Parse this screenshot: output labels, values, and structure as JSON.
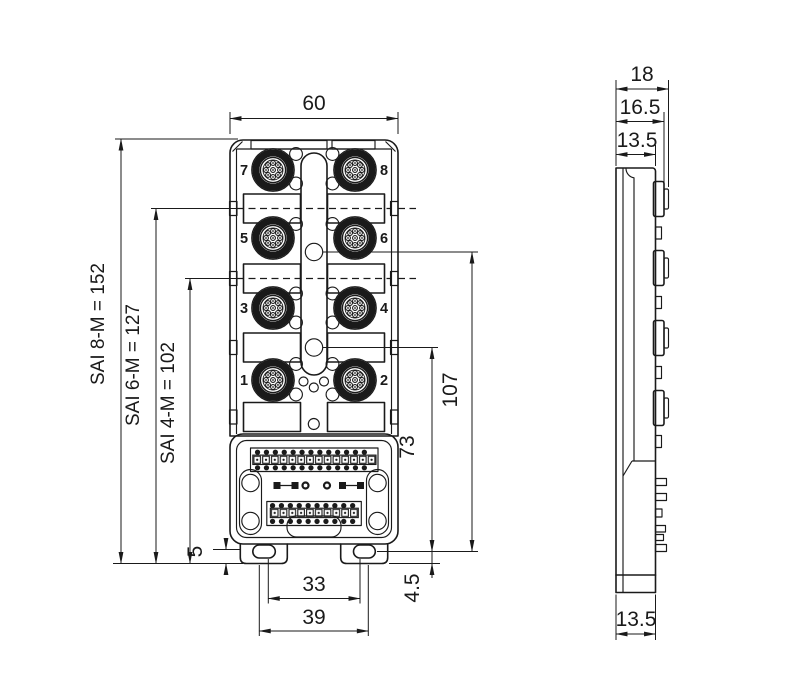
{
  "front_view": {
    "width_dim": "60",
    "variant_height_dims": [
      "SAI 8-M = 152",
      "SAI 6-M = 127",
      "SAI 4-M = 102"
    ],
    "connector_numbers": [
      "7",
      "8",
      "5",
      "6",
      "3",
      "4",
      "1",
      "2"
    ],
    "hole_dims": [
      "107",
      "73"
    ],
    "foot_height_dim": "5",
    "slot_spacing_dims": [
      "33",
      "39"
    ],
    "slot_offset_dim": "4.5"
  },
  "side_view": {
    "depth_dims": [
      "18",
      "16.5",
      "13.5"
    ],
    "base_width_dim": "13.5"
  },
  "colors": {
    "line": "#1a1a1a",
    "background": "#ffffff"
  }
}
